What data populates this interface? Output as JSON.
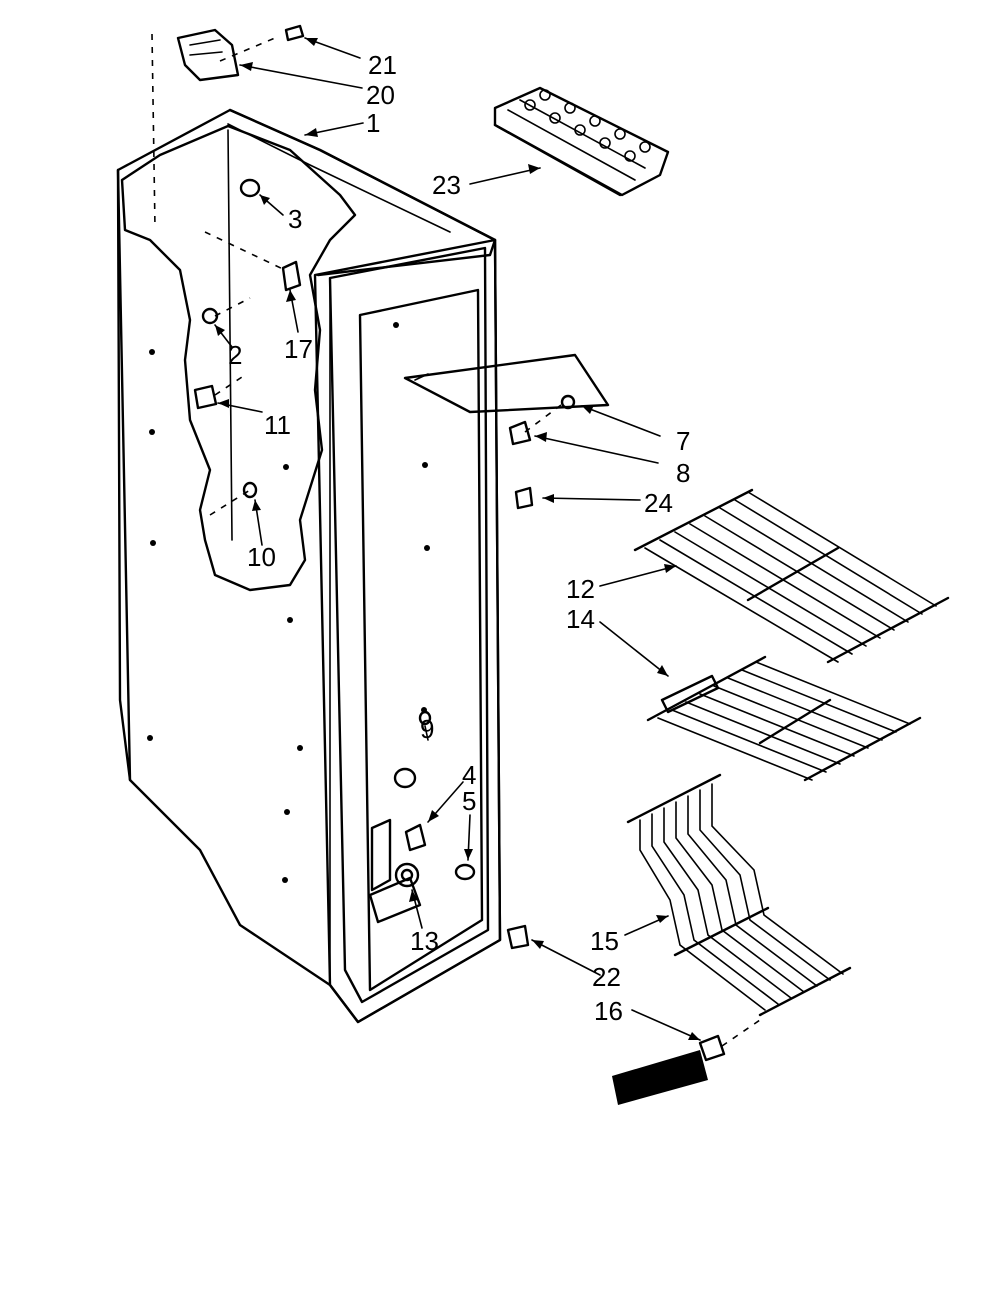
{
  "diagram": {
    "callouts": [
      {
        "id": "c21",
        "text": "21"
      },
      {
        "id": "c20",
        "text": "20"
      },
      {
        "id": "c1",
        "text": "1"
      },
      {
        "id": "c23",
        "text": "23"
      },
      {
        "id": "c3",
        "text": "3"
      },
      {
        "id": "c17",
        "text": "17"
      },
      {
        "id": "c2",
        "text": "2"
      },
      {
        "id": "c11",
        "text": "11"
      },
      {
        "id": "c10",
        "text": "10"
      },
      {
        "id": "c7",
        "text": "7"
      },
      {
        "id": "c8",
        "text": "8"
      },
      {
        "id": "c24",
        "text": "24"
      },
      {
        "id": "c12",
        "text": "12"
      },
      {
        "id": "c14",
        "text": "14"
      },
      {
        "id": "c9",
        "text": "9"
      },
      {
        "id": "c4",
        "text": "4"
      },
      {
        "id": "c5",
        "text": "5"
      },
      {
        "id": "c13",
        "text": "13"
      },
      {
        "id": "c15",
        "text": "15"
      },
      {
        "id": "c22",
        "text": "22"
      },
      {
        "id": "c16",
        "text": "16"
      }
    ]
  }
}
